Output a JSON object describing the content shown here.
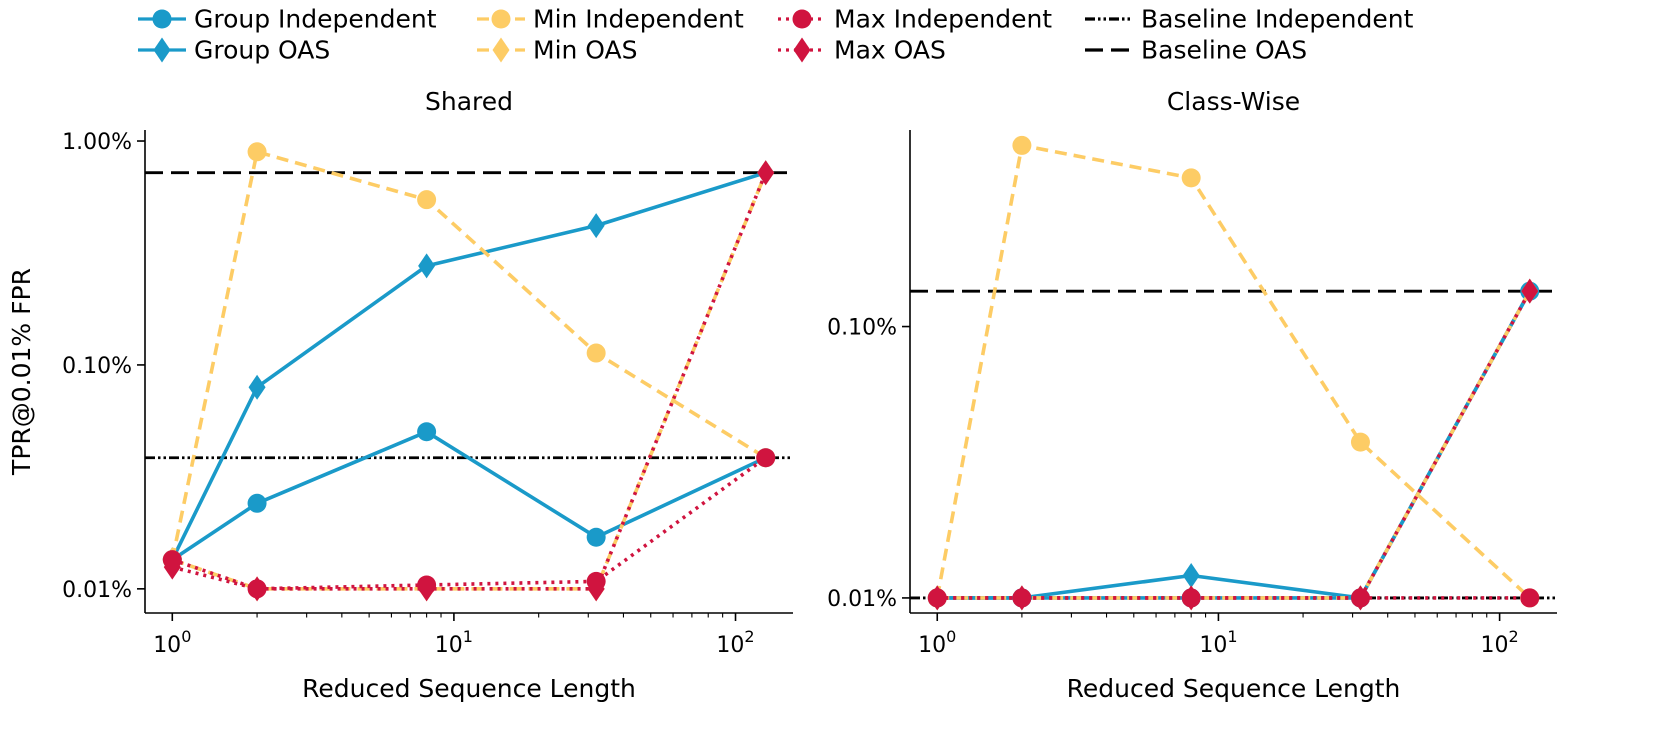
{
  "legend": {
    "placement": "top-center",
    "entries": [
      {
        "label": "Group Independent",
        "color": "#1a9ac9",
        "line": "solid",
        "marker": "circle"
      },
      {
        "label": "Group OAS",
        "color": "#1a9ac9",
        "line": "solid",
        "marker": "diamond"
      },
      {
        "label": "Min Independent",
        "color": "#fdcc65",
        "line": "dashed",
        "marker": "circle"
      },
      {
        "label": "Min OAS",
        "color": "#fdcc65",
        "line": "dashed",
        "marker": "diamond"
      },
      {
        "label": "Max Independent",
        "color": "#d0143f",
        "line": "dotted",
        "marker": "circle"
      },
      {
        "label": "Max OAS",
        "color": "#d0143f",
        "line": "dotted",
        "marker": "diamond"
      },
      {
        "label": "Baseline Independent",
        "color": "#000000",
        "line": "dashdotdot",
        "marker": "none"
      },
      {
        "label": "Baseline OAS",
        "color": "#000000",
        "line": "longdash",
        "marker": "none"
      }
    ]
  },
  "colors": {
    "group": "#1a9ac9",
    "min": "#fdcc65",
    "max": "#d0143f",
    "baseline": "#000000"
  },
  "chart_data": [
    {
      "type": "line",
      "title": "Shared",
      "xlabel": "Reduced Sequence Length",
      "ylabel": "TPR@0.01% FPR",
      "xscale": "log",
      "yscale": "log",
      "xlim": [
        0.8,
        160
      ],
      "ylim": [
        0.0078,
        1.12
      ],
      "xticks": [
        {
          "v": 1,
          "base": "10",
          "exp": "0"
        },
        {
          "v": 10,
          "base": "10",
          "exp": "1"
        },
        {
          "v": 100,
          "base": "10",
          "exp": "2"
        }
      ],
      "yticks": [
        {
          "v": 0.01,
          "label": "0.01%"
        },
        {
          "v": 0.1,
          "label": "0.10%"
        },
        {
          "v": 1,
          "label": "1.00%"
        }
      ],
      "x": [
        1,
        2,
        8,
        32,
        128
      ],
      "series": [
        {
          "name": "Group Independent",
          "values": [
            0.0135,
            0.0241,
            0.0503,
            0.017,
            0.0385
          ]
        },
        {
          "name": "Group OAS",
          "values": [
            0.0135,
            0.0795,
            0.277,
            0.419,
            0.722
          ]
        },
        {
          "name": "Min Independent",
          "values": [
            0.0135,
            0.895,
            0.547,
            0.113,
            0.0385
          ]
        },
        {
          "name": "Min OAS",
          "values": [
            0.0135,
            0.01,
            0.01,
            0.01,
            0.722
          ]
        },
        {
          "name": "Max Independent",
          "values": [
            0.0135,
            0.01,
            0.0104,
            0.0108,
            0.0385
          ]
        },
        {
          "name": "Max OAS",
          "values": [
            0.0125,
            0.01,
            0.01,
            0.01,
            0.722
          ]
        }
      ],
      "baselines": [
        {
          "name": "Baseline Independent",
          "value": 0.0385
        },
        {
          "name": "Baseline OAS",
          "value": 0.722
        }
      ],
      "grid": false
    },
    {
      "type": "line",
      "title": "Class-Wise",
      "xlabel": "Reduced Sequence Length",
      "ylabel": "",
      "xscale": "log",
      "yscale": "log",
      "xlim": [
        0.8,
        160
      ],
      "ylim": [
        0.0088,
        0.53
      ],
      "xticks": [
        {
          "v": 1,
          "base": "10",
          "exp": "0"
        },
        {
          "v": 10,
          "base": "10",
          "exp": "1"
        },
        {
          "v": 100,
          "base": "10",
          "exp": "2"
        }
      ],
      "yticks": [
        {
          "v": 0.01,
          "label": "0.01%"
        },
        {
          "v": 0.1,
          "label": "0.10%"
        }
      ],
      "x": [
        1,
        2,
        8,
        32,
        128
      ],
      "series": [
        {
          "name": "Group Independent",
          "values": [
            0.01,
            0.01,
            0.01,
            0.01,
            0.135
          ]
        },
        {
          "name": "Group OAS",
          "values": [
            0.01,
            0.01,
            0.0121,
            0.01,
            0.135
          ]
        },
        {
          "name": "Min Independent",
          "values": [
            0.01,
            0.465,
            0.353,
            0.0375,
            0.01
          ]
        },
        {
          "name": "Min OAS",
          "values": [
            0.01,
            0.01,
            0.01,
            0.01,
            0.135
          ]
        },
        {
          "name": "Max Independent",
          "values": [
            0.01,
            0.01,
            0.01,
            0.01,
            0.01
          ]
        },
        {
          "name": "Max OAS",
          "values": [
            0.01,
            0.01,
            0.01,
            0.01,
            0.135
          ]
        }
      ],
      "baselines": [
        {
          "name": "Baseline Independent",
          "value": 0.01
        },
        {
          "name": "Baseline OAS",
          "value": 0.135
        }
      ],
      "grid": false
    }
  ]
}
